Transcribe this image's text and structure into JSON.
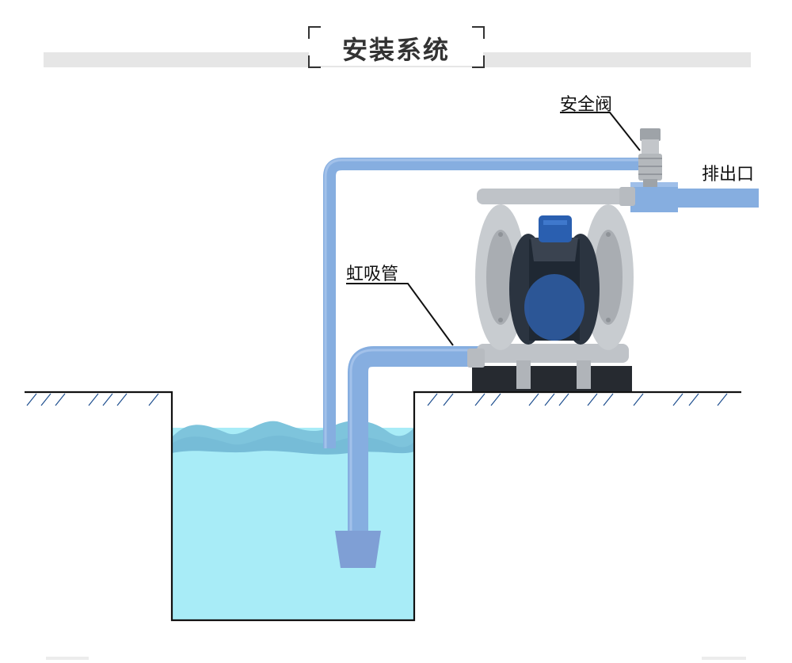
{
  "title": "安装系统",
  "labels": {
    "safety_valve": "安全阀",
    "outlet": "排出口",
    "siphon_pipe": "虹吸管"
  },
  "colors": {
    "pipe": "#86aee0",
    "pipe_dark": "#6d96cf",
    "water": "#a8ecf7",
    "water_wave": "#7ec4dc",
    "water_wave_dark": "#5aa5c5",
    "strainer": "#7f9fd5",
    "pump_body": "#bfc3c8",
    "pump_cover": "#2b3440",
    "motor": "#2a5fb0",
    "base": "#262a30"
  }
}
